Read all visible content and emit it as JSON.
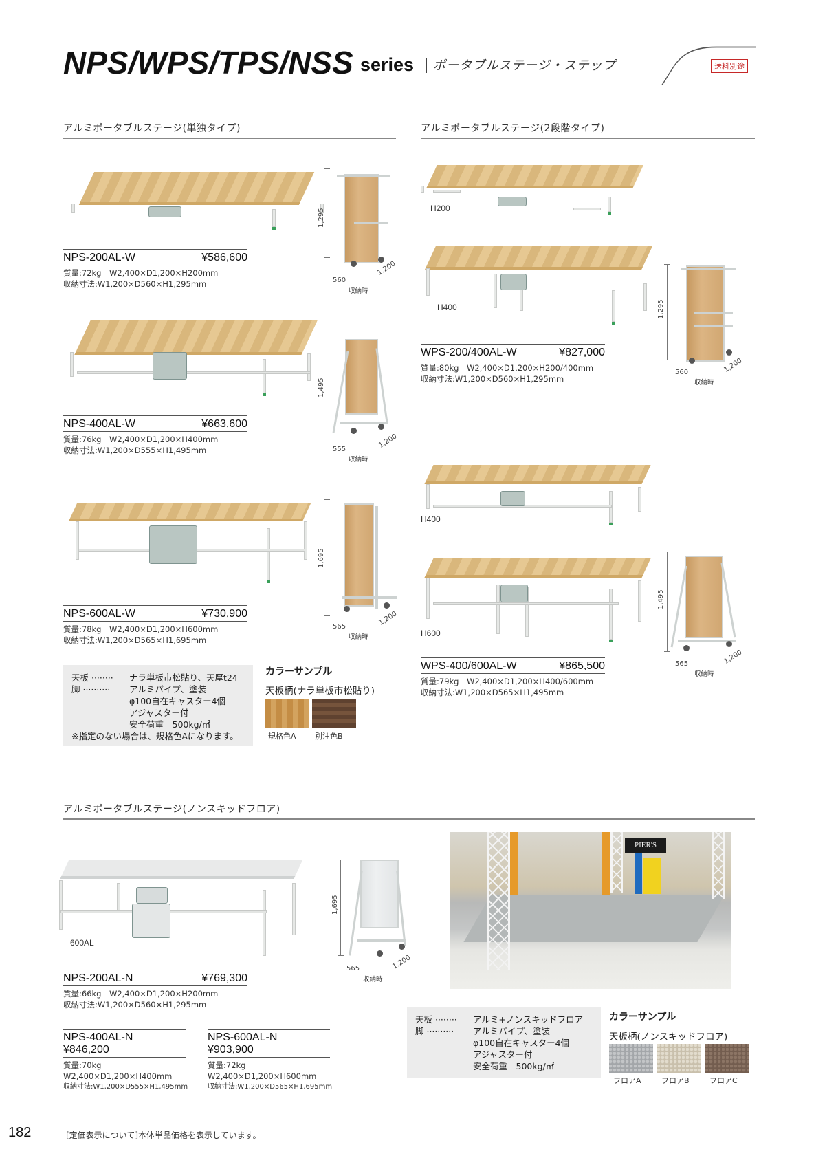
{
  "header": {
    "title": "NPS/WPS/TPS/NSS",
    "series": "series",
    "subtitle": "ポータブルステージ・ステップ",
    "shipping_badge": "送料別途"
  },
  "sections": {
    "single": {
      "title": "アルミポータブルステージ(単独タイプ)"
    },
    "two_step": {
      "title": "アルミポータブルステージ(2段階タイプ)"
    },
    "nonskid": {
      "title": "アルミポータブルステージ(ノンスキッドフロア)"
    }
  },
  "products": {
    "nps200w": {
      "name": "NPS-200AL-W",
      "price": "¥586,600",
      "weight": "質量:72kg　W2,400×D1,200×H200mm",
      "storage": "収納寸法:W1,200×D560×H1,295mm",
      "fold": {
        "height": "1,295",
        "depth": "560",
        "width": "1,200",
        "caption": "収納時"
      }
    },
    "nps400w": {
      "name": "NPS-400AL-W",
      "price": "¥663,600",
      "weight": "質量:76kg　W2,400×D1,200×H400mm",
      "storage": "収納寸法:W1,200×D555×H1,495mm",
      "fold": {
        "height": "1,495",
        "depth": "555",
        "width": "1,200",
        "caption": "収納時"
      }
    },
    "nps600w": {
      "name": "NPS-600AL-W",
      "price": "¥730,900",
      "weight": "質量:78kg　W2,400×D1,200×H600mm",
      "storage": "収納寸法:W1,200×D565×H1,695mm",
      "fold": {
        "height": "1,695",
        "depth": "565",
        "width": "1,200",
        "caption": "収納時"
      }
    },
    "wps200400": {
      "name": "WPS-200/400AL-W",
      "price": "¥827,000",
      "weight": "質量:80kg　W2,400×D1,200×H200/400mm",
      "storage": "収納寸法:W1,200×D560×H1,295mm",
      "labels": [
        "H200",
        "H400"
      ],
      "fold": {
        "height": "1,295",
        "depth": "560",
        "width": "1,200",
        "caption": "収納時"
      }
    },
    "wps400600": {
      "name": "WPS-400/600AL-W",
      "price": "¥865,500",
      "weight": "質量:79kg　W2,400×D1,200×H400/600mm",
      "storage": "収納寸法:W1,200×D565×H1,495mm",
      "labels": [
        "H400",
        "H600"
      ],
      "fold": {
        "height": "1,495",
        "depth": "565",
        "width": "1,200",
        "caption": "収納時"
      }
    },
    "nps200n": {
      "name": "NPS-200AL-N",
      "price": "¥769,300",
      "weight": "質量:66kg　W2,400×D1,200×H200mm",
      "storage": "収納寸法:W1,200×D560×H1,295mm",
      "image_label": "600AL",
      "fold": {
        "height": "1,695",
        "depth": "565",
        "width": "1,200",
        "caption": "収納時"
      }
    },
    "nps400n": {
      "name": "NPS-400AL-N",
      "price": "¥846,200",
      "weight": "質量:70kg",
      "size": "W2,400×D1,200×H400mm",
      "storage": "収納寸法:W1,200×D555×H1,495mm"
    },
    "nps600n": {
      "name": "NPS-600AL-N",
      "price": "¥903,900",
      "weight": "質量:72kg",
      "size": "W2,400×D1,200×H600mm",
      "storage": "収納寸法:W1,200×D565×H1,695mm"
    }
  },
  "spec_wood": {
    "rows": [
      {
        "key": "天板 ········",
        "vals": [
          "ナラ単板市松貼り、天厚t24"
        ]
      },
      {
        "key": "脚 ··········",
        "vals": [
          "アルミパイプ、塗装",
          "φ100自在キャスター4個",
          "アジャスター付",
          "安全荷重　500kg/㎡"
        ]
      }
    ],
    "note": "※指定のない場合は、規格色Aになります。"
  },
  "colors_wood": {
    "title": "カラーサンプル",
    "subtitle": "天板柄(ナラ単板市松貼り)",
    "swatches": [
      {
        "label": "規格色A",
        "color": "#c9954f"
      },
      {
        "label": "別注色B",
        "color": "#6b4a32"
      }
    ]
  },
  "spec_nonskid": {
    "rows": [
      {
        "key": "天板 ········",
        "vals": [
          "アルミ+ノンスキッドフロア"
        ]
      },
      {
        "key": "脚 ··········",
        "vals": [
          "アルミパイプ、塗装",
          "φ100自在キャスター4個",
          "アジャスター付",
          "安全荷重　500kg/㎡"
        ]
      }
    ]
  },
  "colors_nonskid": {
    "title": "カラーサンプル",
    "subtitle": "天板柄(ノンスキッドフロア)",
    "swatches": [
      {
        "label": "フロアA",
        "color": "#a9abad"
      },
      {
        "label": "フロアB",
        "color": "#cfc7b5"
      },
      {
        "label": "フロアC",
        "color": "#7a6455"
      }
    ]
  },
  "photo": {
    "sign_text": "PIER'S"
  },
  "footer": {
    "page_number": "182",
    "note": "[定価表示について]本体単品価格を表示しています。"
  }
}
